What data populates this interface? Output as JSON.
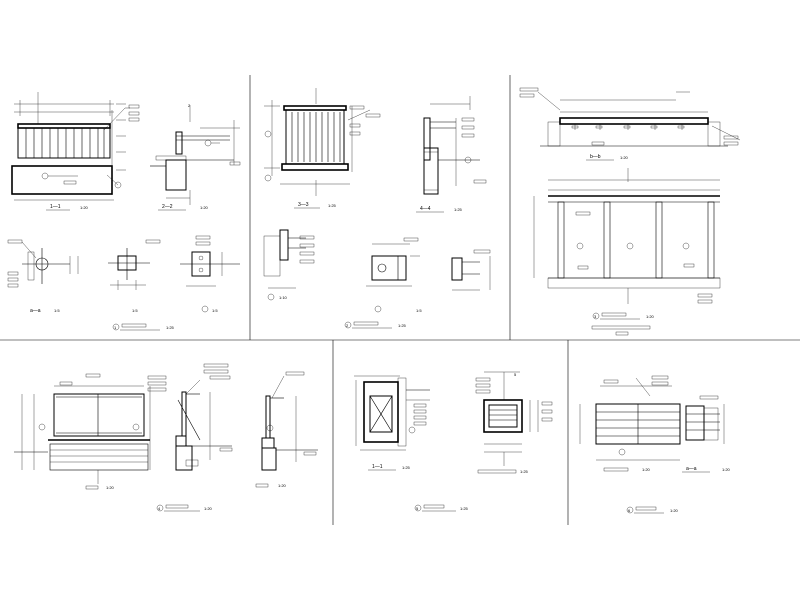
{
  "sheet": {
    "scales": {
      "s125": "1:25",
      "s120": "1:20",
      "s15": "1:5",
      "s110": "1:10"
    },
    "section_ids": {
      "ss11": "1—1",
      "ss22": "2—2",
      "ss33": "3—3",
      "ss44": "4—4",
      "ssbb": "b—b",
      "ssaa": "a—a"
    },
    "marks": {
      "t1": "1",
      "t2": "2",
      "t3": "3",
      "t4": "4",
      "t5": "5",
      "t6": "6"
    }
  }
}
